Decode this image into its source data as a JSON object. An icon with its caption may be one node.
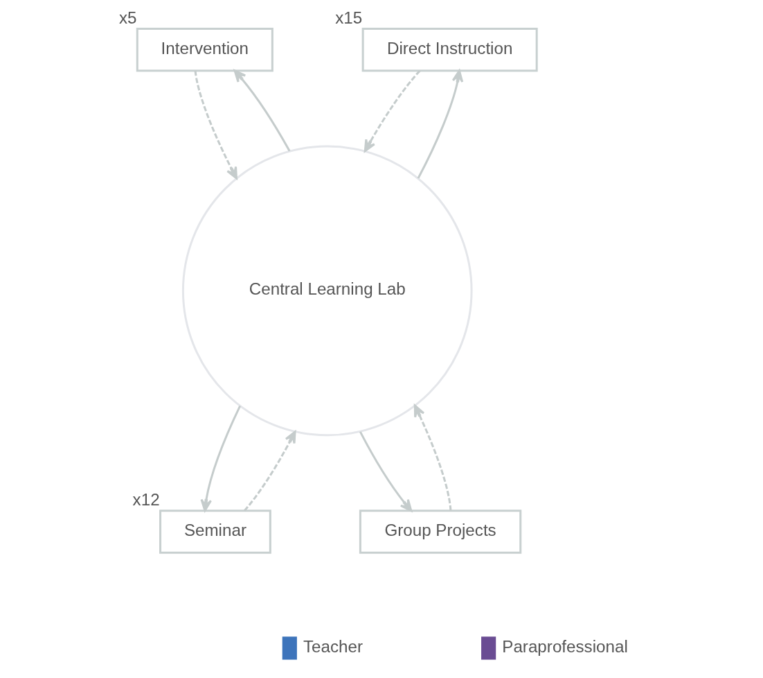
{
  "diagram": {
    "nodes": [
      {
        "text": [
          "Central Learning Lab"
        ]
      },
      {
        "text": [
          "Intervention"
        ],
        "beside": [
          "x5"
        ]
      },
      {
        "text": [
          "Direct Instruction"
        ],
        "beside": [
          "x15"
        ]
      },
      {
        "text": [
          "Seminar"
        ],
        "beside": [
          "x12"
        ]
      },
      {
        "text": [
          "Group Projects"
        ]
      }
    ],
    "edges": [
      {
        "from": 1,
        "to": 0,
        "arrow": "to",
        "style": "dashed"
      },
      {
        "from": 2,
        "to": 0,
        "arrow": "to",
        "style": "dashed"
      },
      {
        "from": 0,
        "to": 1,
        "arrow": "to"
      },
      {
        "from": 0,
        "to": 2,
        "arrow": "to"
      },
      {
        "from": 0,
        "to": 3,
        "arrow": "to"
      },
      {
        "from": 0,
        "to": 4,
        "arrow": "to"
      },
      {
        "from": 3,
        "to": 0,
        "arrow": "to",
        "style": "dashed"
      },
      {
        "from": 4,
        "to": 0,
        "arrow": "to",
        "style": "dashed"
      }
    ],
    "legend": [
      {
        "text": "Teacher",
        "color": "#3d74bb"
      },
      {
        "text": "Paraprofessional",
        "color": "#6a4c93"
      }
    ]
  }
}
